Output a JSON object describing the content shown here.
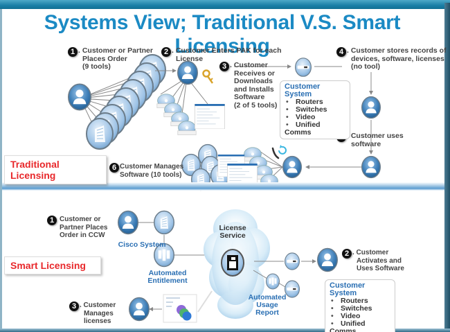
{
  "title": "Systems View; Traditional V.S. Smart Licensing",
  "colors": {
    "title": "#1b8ac4",
    "section_label": "#e8282b",
    "system_header": "#2a6fb3",
    "frame": "#1a7fa6"
  },
  "traditional": {
    "label": "Traditional Licensing",
    "steps": [
      {
        "number": "1",
        "text": ". Customer or Partner Places Order (9 tools)",
        "lines": [
          ". Customer or Partner",
          "Places Order",
          "(9 tools)"
        ]
      },
      {
        "number": "2",
        "text": ". Customer Enters PAK for each License",
        "lines": [
          ". Customer Enters PAK for each",
          "License"
        ]
      },
      {
        "number": "3",
        "text": ". Customer Receives or Downloads and Installs Software (2 of 5 tools)",
        "lines": [
          ". Customer",
          "Receives or",
          "Downloads",
          "and Installs",
          "Software",
          "(2 of 5 tools)"
        ]
      },
      {
        "number": "4",
        "text": ". Customer stores records of devices, software, licenses (no tool)",
        "lines": [
          ". Customer stores records of",
          "devices, software, licenses",
          "(no tool)"
        ]
      },
      {
        "number": "5",
        "text": ". Customer uses software",
        "lines": [
          ". Customer uses",
          "software"
        ]
      },
      {
        "number": "6",
        "text": "Customer Manages Software (10 tools)",
        "lines": [
          "Customer Manages",
          "Software (10 tools)"
        ]
      }
    ],
    "customer_system": {
      "header": "Customer System",
      "items": [
        "Routers",
        "Switches",
        "Video",
        "Unified Comms"
      ]
    },
    "icons": [
      "user-icon",
      "building-icon",
      "key-icon",
      "disc-icon",
      "software-window-icon",
      "router-icon",
      "refresh-icon"
    ]
  },
  "smart": {
    "label": "Smart Licensing",
    "steps": [
      {
        "number": "1",
        "text": "Customer or Partner Places Order in CCW",
        "lines": [
          "Customer or",
          "Partner Places",
          "Order in CCW"
        ]
      },
      {
        "number": "2",
        "text": ". Customer Activates and Uses Software",
        "lines": [
          ". Customer",
          "Activates and",
          "Uses Software"
        ]
      },
      {
        "number": "3",
        "text": ". Customer Manages licenses",
        "lines": [
          ". Customer",
          "Manages",
          "licenses"
        ]
      }
    ],
    "cisco_system_label": "Cisco System",
    "automated_entitlement_label": [
      "Automated",
      "Entitlement"
    ],
    "license_service_label": [
      "License",
      "Service"
    ],
    "automated_usage_report_label": [
      "Automated",
      "Usage",
      "Report"
    ],
    "customer_system": {
      "header": "Customer System",
      "items": [
        "Routers",
        "Switches",
        "Video",
        "Unified Comms"
      ]
    },
    "icons": [
      "user-icon",
      "building-icon",
      "server-icon",
      "cloud-icon",
      "router-icon",
      "dashboard-icon"
    ]
  }
}
